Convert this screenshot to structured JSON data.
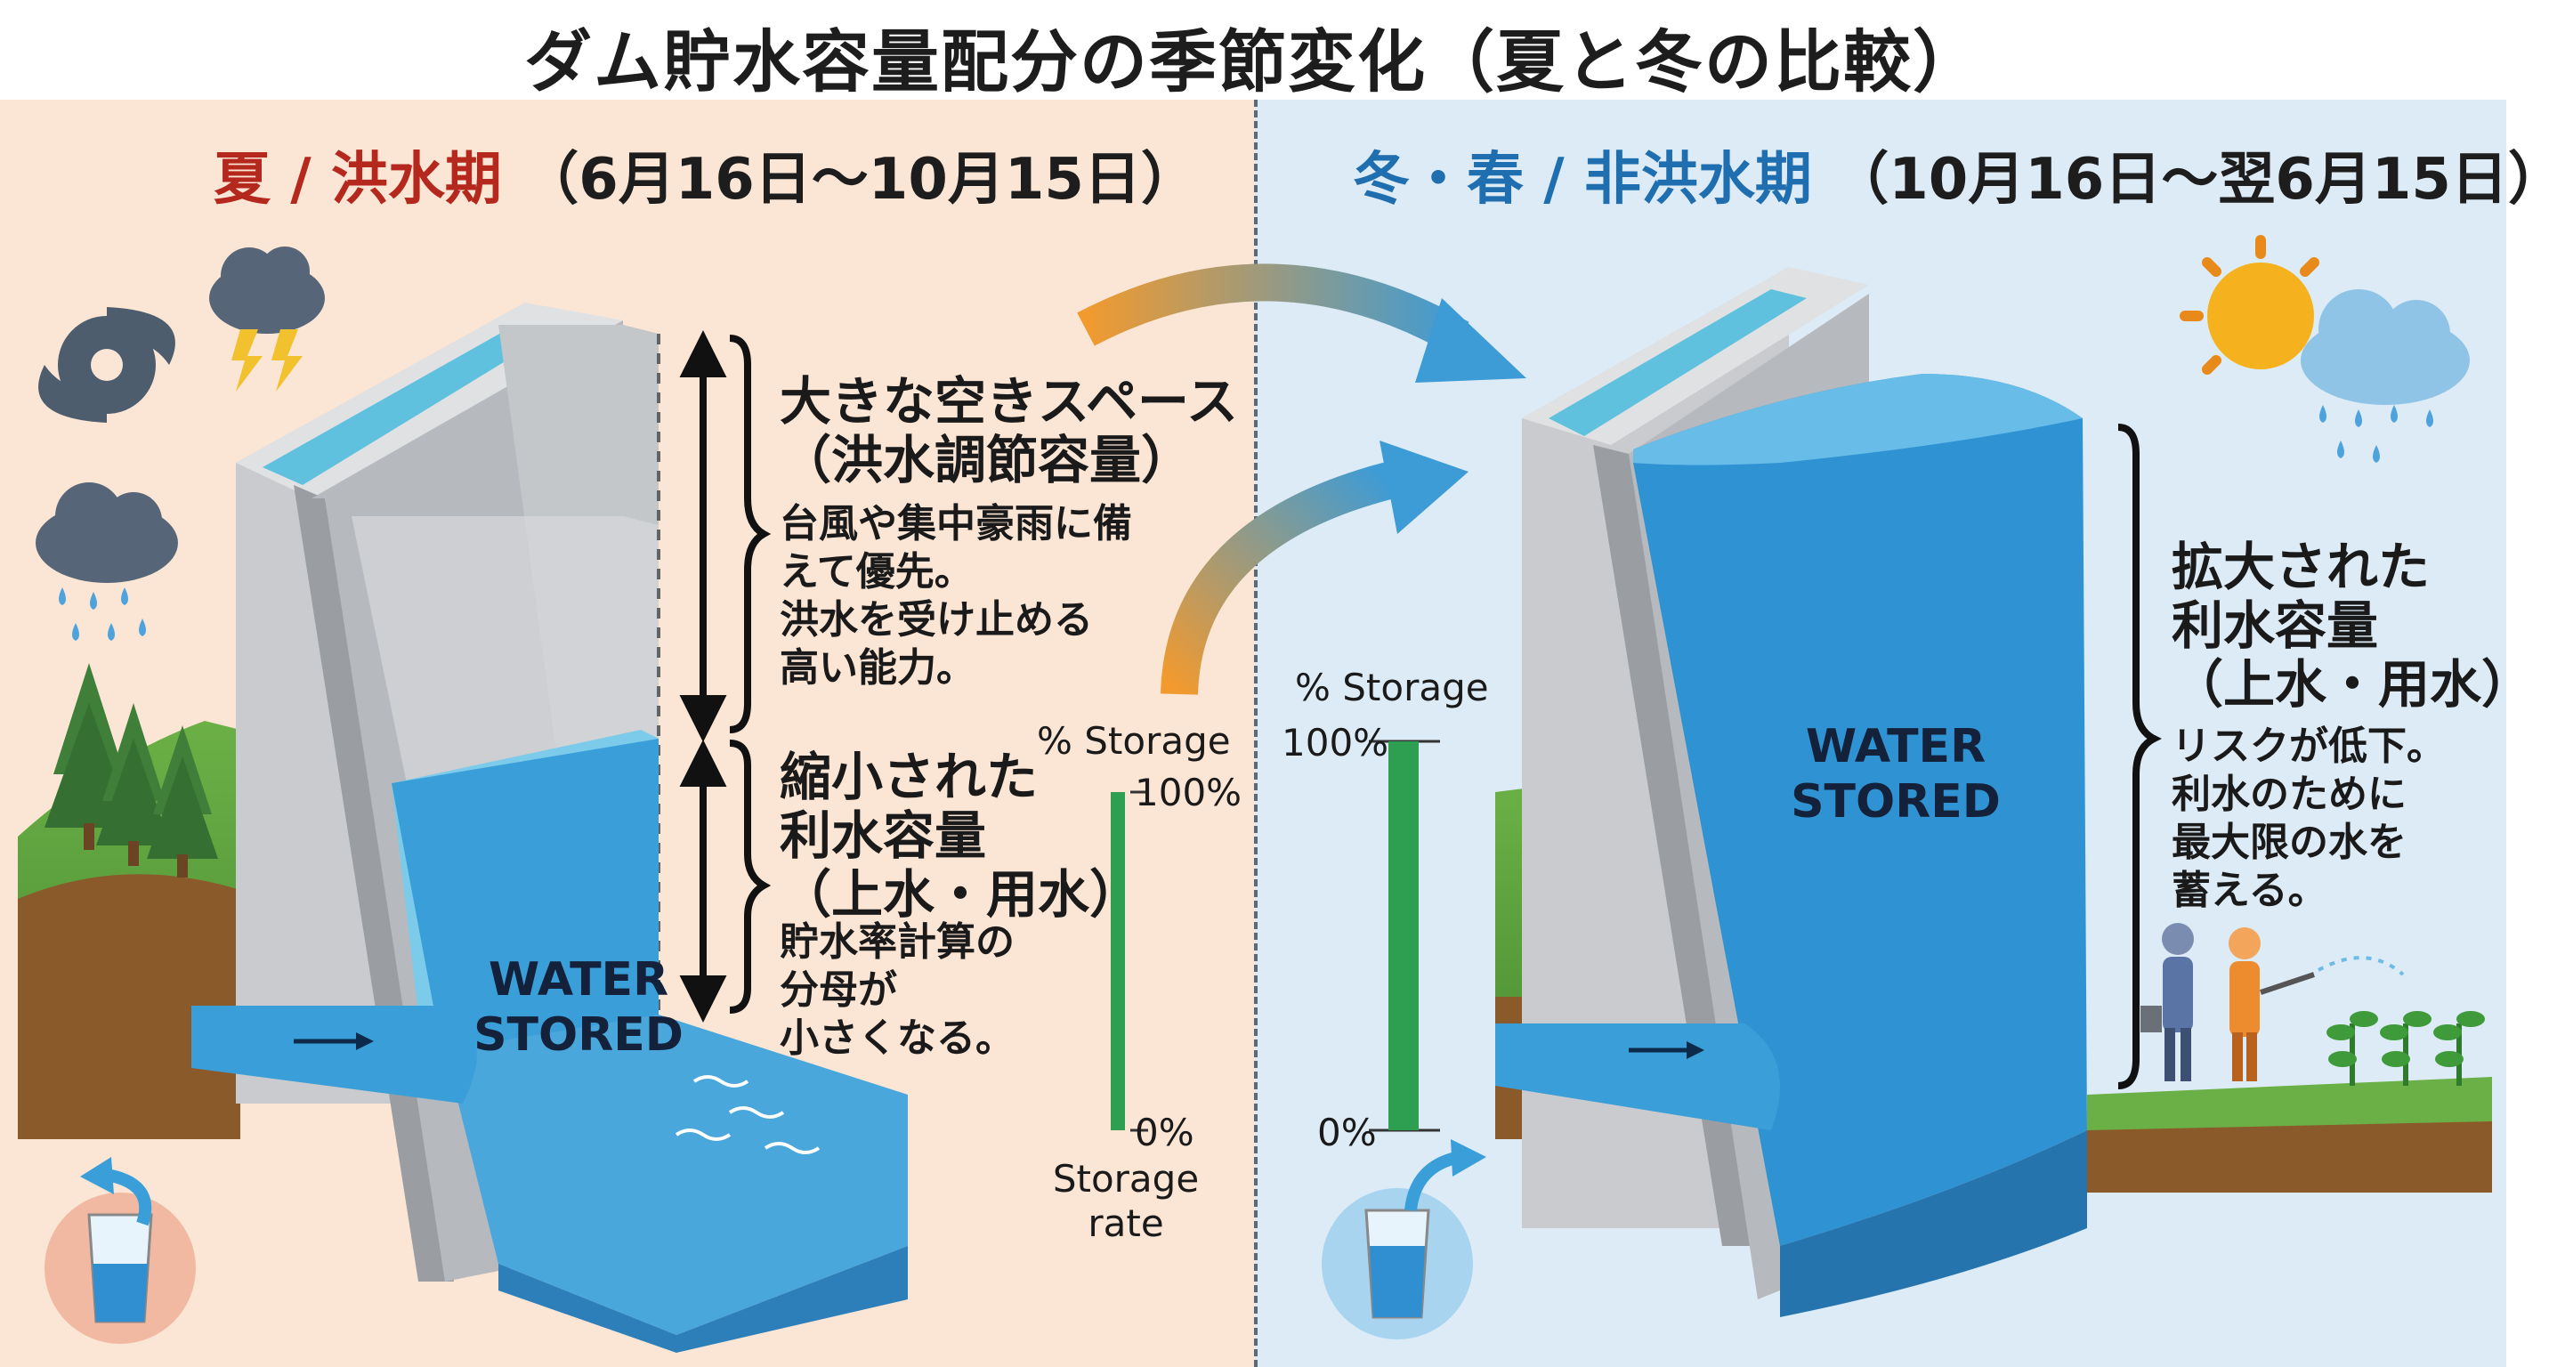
{
  "title": "ダム貯水容量配分の季節変化（夏と冬の比較）",
  "summer": {
    "heading": "夏 / 洪水期",
    "period": "（6月16日～10月15日）",
    "flood_space": {
      "title_lines": [
        "大きな空きスペース",
        "（洪水調節容量）"
      ],
      "desc_lines": [
        "台風や集中豪雨に備",
        "えて優先。",
        "洪水を受け止める",
        "高い能力。"
      ]
    },
    "usable_capacity": {
      "title_lines": [
        "縮小された",
        "利水容量",
        "（上水・用水）"
      ],
      "desc_lines": [
        "貯水率計算の",
        "分母が",
        "小さくなる。"
      ]
    },
    "water_label_lines": [
      "WATER",
      "STORED"
    ],
    "gauge": {
      "header": "% Storage",
      "top": "100%",
      "bottom": "0%",
      "footer_lines": [
        "Storage",
        "rate"
      ],
      "fill": 1.0
    }
  },
  "winter": {
    "heading": "冬・春 / 非洪水期",
    "period": "（10月16日～翌6月15日）",
    "expanded_capacity": {
      "title_lines": [
        "拡大された",
        "利水容量",
        "（上水・用水）"
      ],
      "desc_lines": [
        "リスクが低下。",
        "利水のために",
        "最大限の水を",
        "蓄える。"
      ]
    },
    "water_label_lines": [
      "WATER",
      "STORED"
    ],
    "gauge": {
      "header": "% Storage",
      "top": "100%",
      "bottom": "0%",
      "fill": 1.0
    }
  },
  "colors": {
    "summer_heading": "#b5281e",
    "winter_heading": "#1f6fb0",
    "summer_bg": "#fbe6d6",
    "winter_bg": "#dcebf5",
    "water": "#3a9fd8",
    "gauge": "#2e9e50",
    "dam": "#b9bcc0"
  },
  "icons": [
    "typhoon-icon",
    "thunderstorm-icon",
    "rain-cloud-icon",
    "sun-icon",
    "sun-rain-cloud-icon",
    "water-glass-icon",
    "people-watering-icon",
    "plants-icon",
    "tree-icon"
  ]
}
